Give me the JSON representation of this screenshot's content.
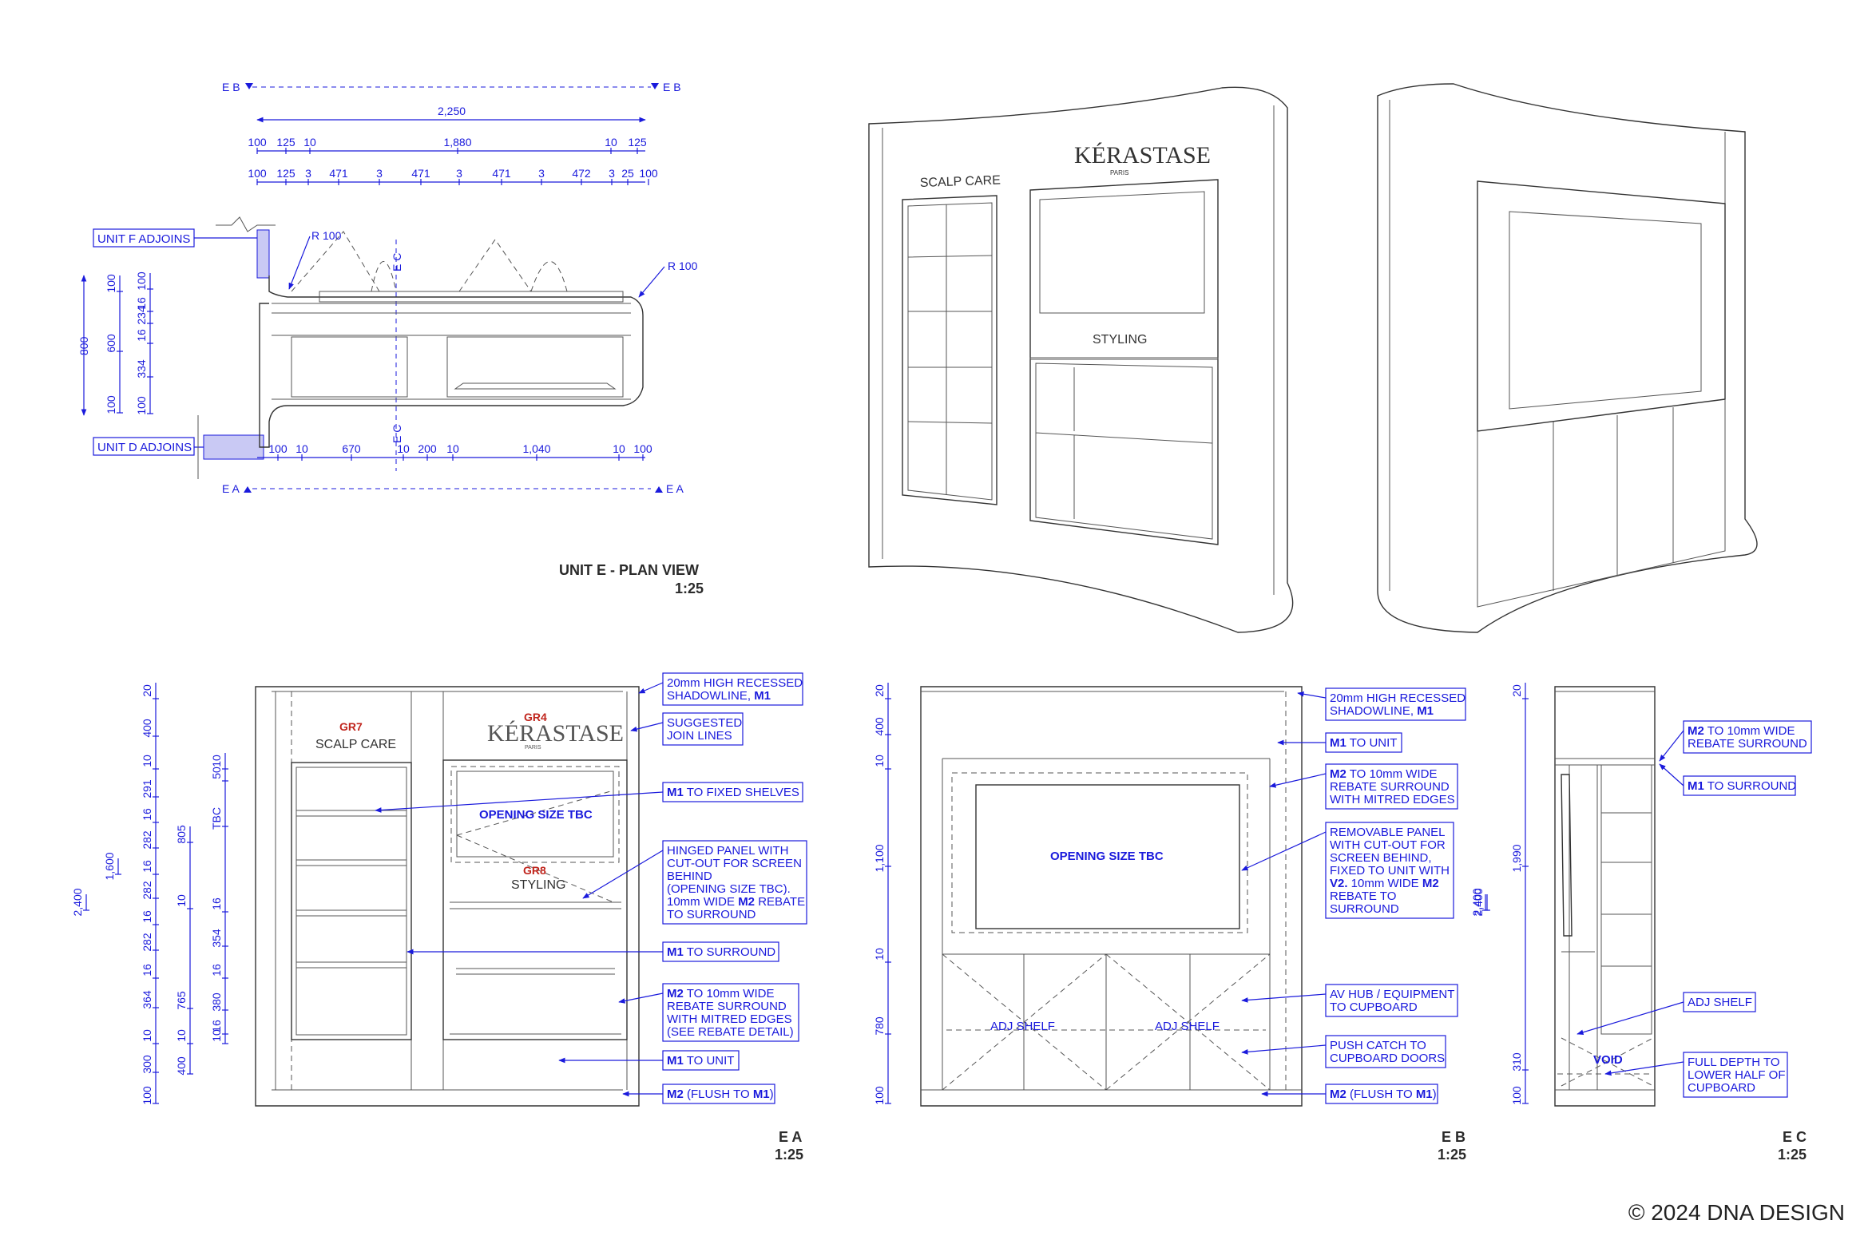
{
  "copyright": "© 2024 DNA DESIGN",
  "plan": {
    "title": "UNIT E - PLAN VIEW",
    "scale": "1:25",
    "section_eb_left": "E B",
    "section_eb_right": "E B",
    "section_ea_left": "E A",
    "section_ea_right": "E A",
    "section_ec_top": "E C",
    "section_ec_bottom": "E C",
    "unit_f": "UNIT F ADJOINS",
    "unit_d": "UNIT D ADJOINS",
    "radius_left": "R 100",
    "radius_right": "R 100",
    "dims_top_1": [
      "2,250"
    ],
    "dims_top_2": [
      "100",
      "125",
      "10",
      "1,880",
      "10",
      "125"
    ],
    "dims_top_3": [
      "100",
      "125",
      "3",
      "471",
      "3",
      "471",
      "3",
      "471",
      "3",
      "472",
      "3",
      "25",
      "100"
    ],
    "dims_left_a": [
      "800"
    ],
    "dims_left_b": [
      "100",
      "600",
      "100"
    ],
    "dims_left_c": [
      "100",
      "16",
      "234",
      "16",
      "334",
      "100"
    ],
    "dims_bottom": [
      "100",
      "10",
      "670",
      "10",
      "200",
      "10",
      "1,040",
      "10",
      "100"
    ]
  },
  "elevation_a": {
    "label": "E A",
    "scale": "1:25",
    "tag_gr7": "GR7",
    "tag_gr4": "GR4",
    "tag_gr8": "GR8",
    "scalp_care": "SCALP CARE",
    "styling": "STYLING",
    "brand": "KÉRASTASE",
    "brand_sub": "PARIS",
    "opening": "OPENING SIZE TBC",
    "dims_1": [
      "20",
      "400",
      "10",
      "291",
      "16",
      "282",
      "16",
      "282",
      "16",
      "282",
      "16",
      "364",
      "10",
      "300",
      "100"
    ],
    "dims_2": [
      "2,400"
    ],
    "dims_3": [
      "1,600"
    ],
    "dims_4": [
      "805",
      "10",
      "765",
      "10",
      "400"
    ],
    "dims_5": [
      "10",
      "50",
      "TBC",
      "16",
      "354",
      "16",
      "380",
      "10",
      "16"
    ],
    "notes": [
      "20mm HIGH RECESSED\nSHADOWLINE, |M1|",
      "SUGGESTED\nJOIN LINES",
      "|M1| TO FIXED SHELVES",
      "HINGED PANEL WITH\nCUT-OUT FOR SCREEN\nBEHIND\n(OPENING SIZE TBC).\n10mm WIDE |M2| REBATE\nTO SURROUND",
      "|M1| TO SURROUND",
      "|M2| TO 10mm WIDE\nREBATE SURROUND\nWITH MITRED EDGES\n(SEE REBATE DETAIL)",
      "|M1| TO UNIT",
      "|M2| (FLUSH TO |M1|)"
    ]
  },
  "elevation_b": {
    "label": "E B",
    "scale": "1:25",
    "opening": "OPENING SIZE TBC",
    "adj_shelf_1": "ADJ SHELF",
    "adj_shelf_2": "ADJ SHELF",
    "dims_left": [
      "20",
      "400",
      "10",
      "1,100",
      "10",
      "780",
      "100"
    ],
    "dims_total": [
      "2,400"
    ],
    "notes": [
      "20mm HIGH RECESSED\nSHADOWLINE, |M1|",
      "|M1| TO UNIT",
      "|M2| TO 10mm WIDE\nREBATE SURROUND\nWITH MITRED EDGES",
      "REMOVABLE PANEL\nWITH CUT-OUT FOR\nSCREEN BEHIND,\nFIXED TO UNIT WITH\n|V2.| 10mm WIDE |M2|\nREBATE TO\nSURROUND",
      "AV HUB / EQUIPMENT\nTO CUPBOARD",
      "PUSH CATCH TO\nCUPBOARD DOORS",
      "|M2| (FLUSH TO |M1|)"
    ]
  },
  "elevation_c": {
    "label": "E C",
    "scale": "1:25",
    "void": "VOID",
    "dims_total": [
      "2,400"
    ],
    "dims_right": [
      "20",
      "1,990",
      "310",
      "100"
    ],
    "notes": [
      "|M2| TO 10mm WIDE\nREBATE SURROUND",
      "|M1| TO SURROUND",
      "ADJ SHELF",
      "FULL DEPTH TO\nLOWER HALF OF\nCUPBOARD"
    ]
  },
  "perspective": {
    "scalp_care": "SCALP CARE",
    "styling": "STYLING",
    "brand": "KÉRASTASE",
    "brand_sub": "PARIS"
  }
}
